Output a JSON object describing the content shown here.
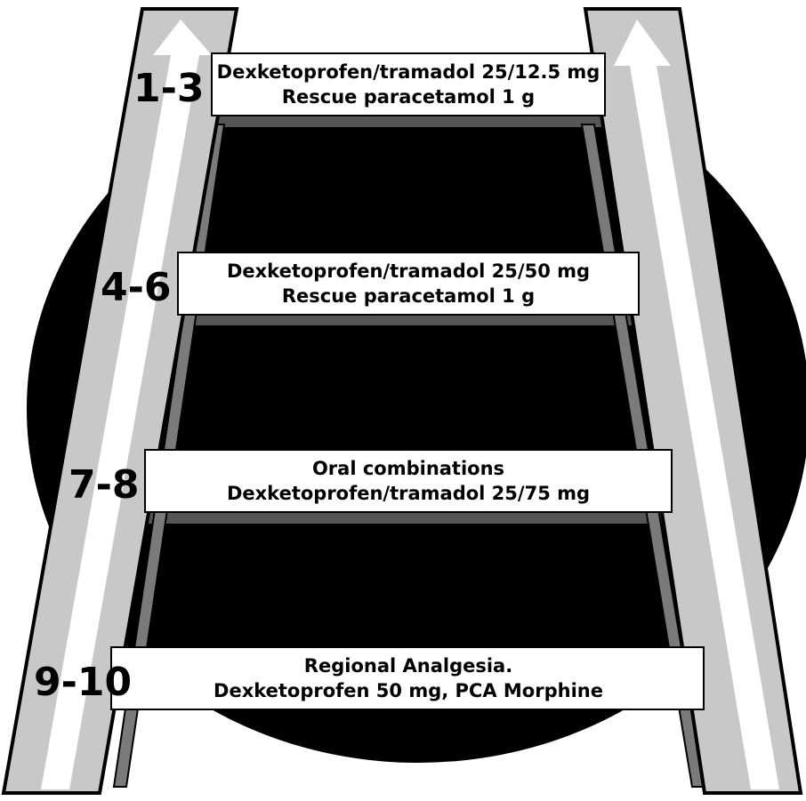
{
  "colors": {
    "background_disc": "#000000",
    "rail_fill": "#c8c8c8",
    "rail_shade": "#7a7a7a",
    "rail_outline": "#000000",
    "arrow_fill": "#ffffff",
    "rung_fill": "#ffffff",
    "rung_shadow": "#555555",
    "text": "#000000"
  },
  "steps": [
    {
      "level": "1-3",
      "line1": "Dexketoprofen/tramadol 25/12.5 mg",
      "line2": "Rescue paracetamol 1 g"
    },
    {
      "level": "4-6",
      "line1": "Dexketoprofen/tramadol 25/50 mg",
      "line2": "Rescue paracetamol 1 g"
    },
    {
      "level": "7-8",
      "line1": "Oral combinations",
      "line2": "Dexketoprofen/tramadol 25/75 mg"
    },
    {
      "level": "9-10",
      "line1": "Regional Analgesia.",
      "line2": "Dexketoprofen 50 mg, PCA Morphine"
    }
  ]
}
